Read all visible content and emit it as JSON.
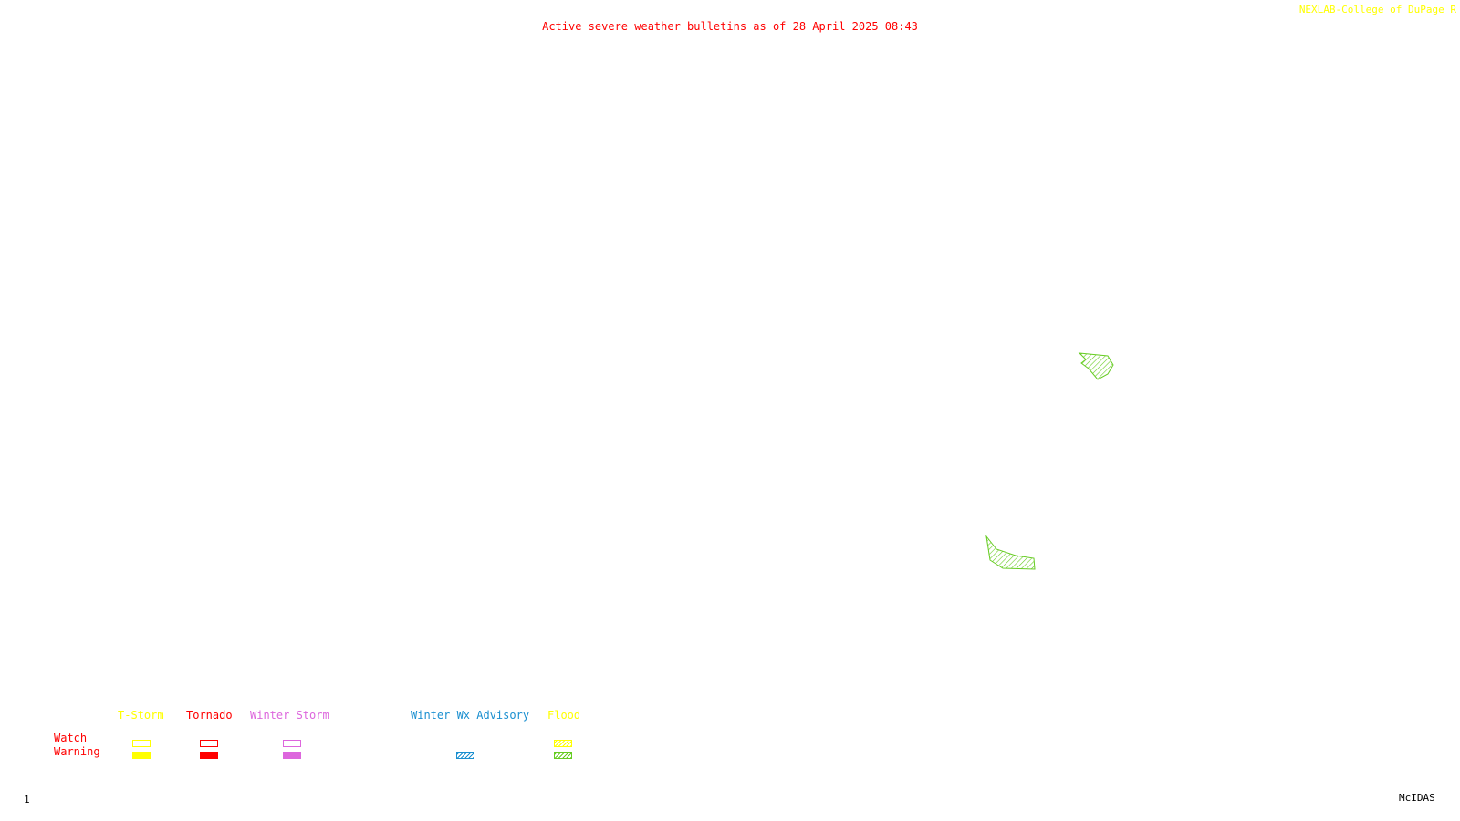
{
  "header": {
    "credit": "NEXLAB-College of DuPage R",
    "title": "Active severe weather bulletins as of 28 April 2025 08:43"
  },
  "footer": {
    "frame_number": "1",
    "brand": "McIDAS"
  },
  "legend": {
    "row_labels": {
      "watch": "Watch",
      "warning": "Warning"
    },
    "categories": [
      {
        "key": "tstorm",
        "label": "T-Storm",
        "color": "#ffff00",
        "watch": "outline",
        "warning": "solid"
      },
      {
        "key": "tornado",
        "label": "Tornado",
        "color": "#ff0000",
        "watch": "outline",
        "warning": "solid"
      },
      {
        "key": "winter_storm",
        "label": "Winter Storm",
        "color": "#dd66dd",
        "watch": "outline",
        "warning": "solid"
      },
      {
        "key": "winter_wx_advisory",
        "label": "Winter Wx Advisory",
        "color": "#1a8fd0",
        "watch": null,
        "warning": "hatched"
      },
      {
        "key": "flood",
        "label": "Flood",
        "color": "#ffff00",
        "watch": "hatched",
        "warning": "hatched",
        "warning_color": "#66cc22"
      }
    ]
  },
  "map": {
    "active_bulletins": [
      {
        "type": "Flood Warning",
        "color": "#66cc22",
        "fill": "hatched"
      },
      {
        "type": "Flood Warning",
        "color": "#66cc22",
        "fill": "hatched"
      }
    ]
  }
}
